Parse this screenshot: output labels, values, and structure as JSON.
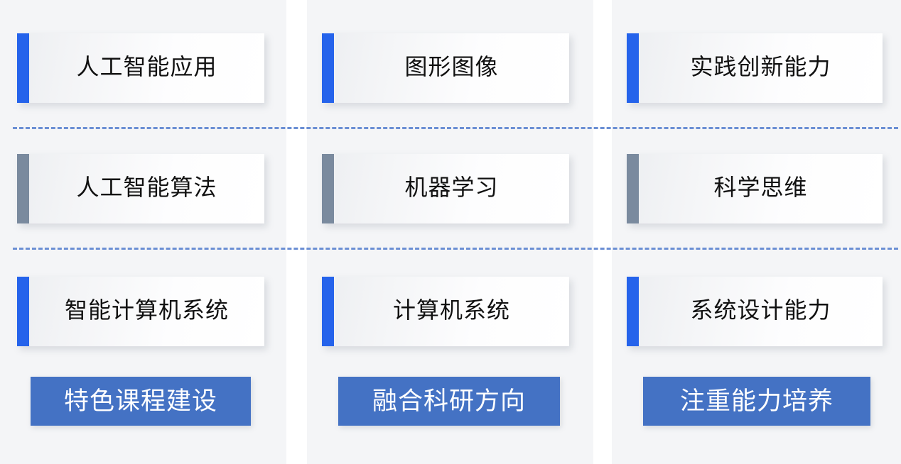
{
  "palette": {
    "page_background": "#ffffff",
    "panel_background": "#f4f5f7",
    "accent_blue": "#2563eb",
    "accent_slate": "#7a8a9e",
    "banner_blue": "#4472c4",
    "banner_text": "#ffffff",
    "divider_blue": "#6b8fd4",
    "card_text": "#111111"
  },
  "columns": [
    {
      "id": "column-1",
      "cards": [
        {
          "label": "人工智能应用",
          "accent": "blue"
        },
        {
          "label": "人工智能算法",
          "accent": "slate"
        },
        {
          "label": "智能计算机系统",
          "accent": "blue"
        }
      ],
      "banner": "特色课程建设"
    },
    {
      "id": "column-2",
      "cards": [
        {
          "label": "图形图像",
          "accent": "blue"
        },
        {
          "label": "机器学习",
          "accent": "slate"
        },
        {
          "label": "计算机系统",
          "accent": "blue"
        }
      ],
      "banner": "融合科研方向"
    },
    {
      "id": "column-3",
      "cards": [
        {
          "label": "实践创新能力",
          "accent": "blue"
        },
        {
          "label": "科学思维",
          "accent": "slate"
        },
        {
          "label": "系统设计能力",
          "accent": "blue"
        }
      ],
      "banner": "注重能力培养"
    }
  ],
  "dividers": [
    {
      "id": "divider-row-1-2",
      "style": "dashed"
    },
    {
      "id": "divider-row-2-3",
      "style": "dashed"
    }
  ]
}
